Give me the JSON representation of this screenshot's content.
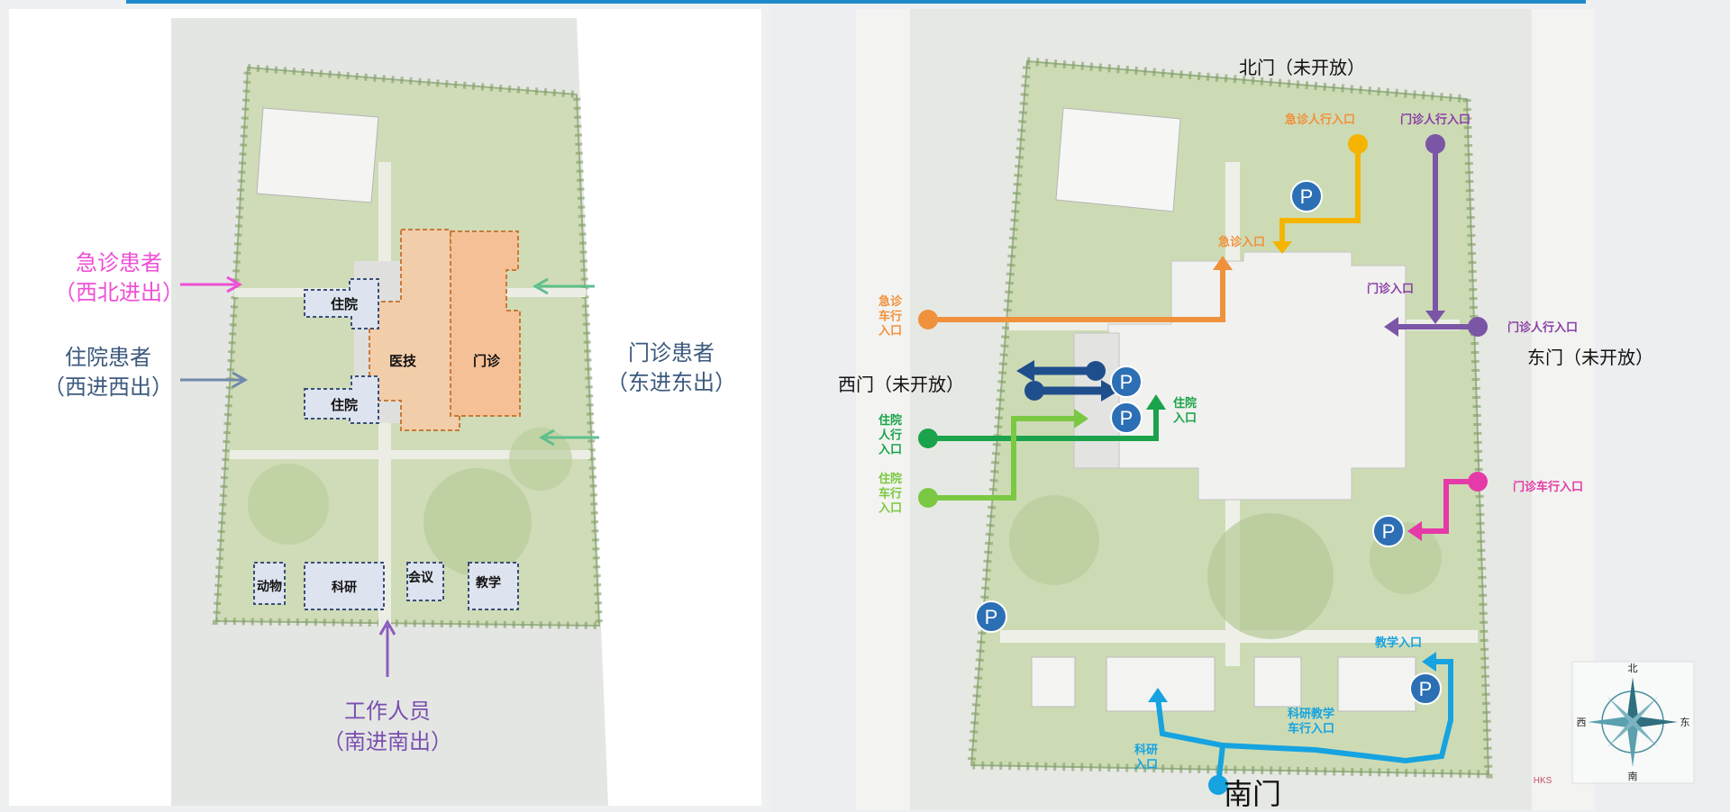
{
  "left_plan": {
    "patients": [
      {
        "name": "急诊患者",
        "route": "（西北进出）",
        "color": "#ee4fd6"
      },
      {
        "name": "住院患者",
        "route": "（西进西出）",
        "color": "#3c5a7e"
      },
      {
        "name": "门诊患者",
        "route": "（东进东出）",
        "color": "#3c5a7e"
      },
      {
        "name": "工作人员",
        "route": "（南进南出）",
        "color": "#7a4fb0"
      }
    ],
    "buildings": {
      "inpatient_north": "住院",
      "inpatient_south": "住院",
      "medtech": "医技",
      "outpatient": "门诊",
      "animal": "动物",
      "research": "科研",
      "meeting": "会议",
      "teaching": "教学"
    }
  },
  "right_plan": {
    "gates": {
      "north": "北门（未开放）",
      "west": "西门（未开放）",
      "east": "东门（未开放）",
      "south": "南门"
    },
    "entrances": {
      "er_ped": "急诊人行入口",
      "op_ped_north": "门诊人行入口",
      "er_entry": "急诊入口",
      "op_entry": "门诊入口",
      "er_vehicle": "急诊\n车行\n入口",
      "op_ped_east": "门诊人行入口",
      "inpatient_ped": "住院\n人行\n入口",
      "inpatient_vehicle": "住院\n车行\n入口",
      "inpatient_entry": "住院\n入口",
      "op_vehicle": "门诊车行入口",
      "teaching_entry": "教学入口",
      "research_teaching_vehicle": "科研教学\n车行入口",
      "research_entry": "科研\n入口"
    },
    "parking_symbol": "P",
    "compass": {
      "north": "北",
      "south": "南",
      "west": "西",
      "east": "东"
    },
    "logo": "HKS",
    "colors": {
      "er": "#f0913c",
      "er_ped": "#f5b400",
      "op": "#7b55a6",
      "op_vehicle": "#e53aa7",
      "inpatient_ped": "#1aa34a",
      "inpatient_vehicle": "#7bc843",
      "west_gate": "#1f4e8c",
      "staff": "#16a3e0",
      "parking": "#2c6fb5"
    }
  }
}
